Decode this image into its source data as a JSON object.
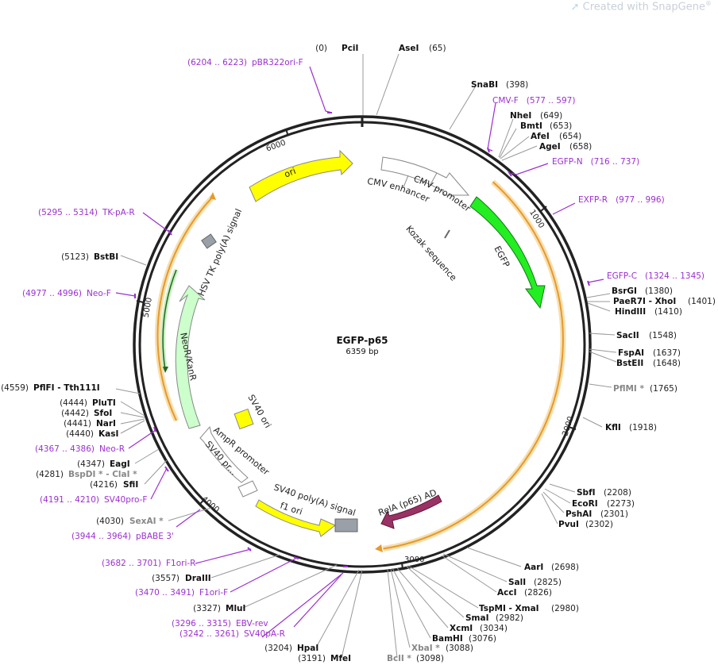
{
  "watermark": {
    "prefix": "Created with ",
    "brand": "SnapGene",
    "reg": "®"
  },
  "plasmid": {
    "name": "EGFP-p65",
    "length": "6359 bp"
  },
  "colors": {
    "backbone": "#222222",
    "primer": "#9b30d0",
    "label_leader": "#999999",
    "ori": "#ffff00",
    "egfp": "#22ee22",
    "relA": "#993366",
    "neo": "#ccffcc",
    "orange_feature": "#e69a2a",
    "orange_halo": "#f7dfb0",
    "polyA_box": "#9aa0a8",
    "gray_site": "#888888"
  },
  "icons": {
    "watermark": "snapgene-swoosh-icon"
  },
  "tick_labels": [
    {
      "bp": 1000,
      "label": "1000"
    },
    {
      "bp": 2000,
      "label": "2000"
    },
    {
      "bp": 3000,
      "label": "3000"
    },
    {
      "bp": 4000,
      "label": "4000"
    },
    {
      "bp": 5000,
      "label": "5000"
    },
    {
      "bp": 6000,
      "label": "6000"
    }
  ],
  "features": [
    {
      "name": "ori",
      "label": "ori"
    },
    {
      "name": "CMV enhancer",
      "label": "CMV enhancer"
    },
    {
      "name": "CMV promoter",
      "label": "CMV promoter"
    },
    {
      "name": "Kozak sequence",
      "label": "Kozak sequence"
    },
    {
      "name": "EGFP",
      "label": "EGFP"
    },
    {
      "name": "HSV TK poly(A) signal",
      "label": "HSV TK poly(A) signal"
    },
    {
      "name": "NeoR/KanR",
      "label": "NeoR/KanR"
    },
    {
      "name": "SV40 ori",
      "label": "SV40 ori"
    },
    {
      "name": "AmpR promoter",
      "label": "AmpR promoter"
    },
    {
      "name": "SV40 promoter",
      "label": "SV40 pr..."
    },
    {
      "name": "SV40 poly(A) signal",
      "label": "SV40 poly(A) signal"
    },
    {
      "name": "f1 ori",
      "label": "f1 ori"
    },
    {
      "name": "RelA (p65) AD",
      "label": "RelA (p65) AD"
    }
  ],
  "site_labels": [
    {
      "pos": "(0)",
      "name": "PciI",
      "gray": false
    },
    {
      "pos": "(65)",
      "name": "AseI",
      "gray": false
    },
    {
      "pos": "(398)",
      "name": "SnaBI",
      "gray": false
    },
    {
      "pos": "(649)",
      "name": "NheI",
      "gray": false
    },
    {
      "pos": "(653)",
      "name": "BmtI",
      "gray": false
    },
    {
      "pos": "(654)",
      "name": "AfeI",
      "gray": false
    },
    {
      "pos": "(658)",
      "name": "AgeI",
      "gray": false
    },
    {
      "pos": "(1380)",
      "name": "BsrGI",
      "gray": false
    },
    {
      "pos": "(1401)",
      "name": "PaeR7I - XhoI",
      "gray": false
    },
    {
      "pos": "(1410)",
      "name": "HindIII",
      "gray": false
    },
    {
      "pos": "(1548)",
      "name": "SacII",
      "gray": false
    },
    {
      "pos": "(1637)",
      "name": "FspAI",
      "gray": false
    },
    {
      "pos": "(1648)",
      "name": "BstEII",
      "gray": false
    },
    {
      "pos": "(1765)",
      "name": "PflMI *",
      "gray": true
    },
    {
      "pos": "(1918)",
      "name": "KflI",
      "gray": false
    },
    {
      "pos": "(2208)",
      "name": "SbfI",
      "gray": false
    },
    {
      "pos": "(2273)",
      "name": "EcoRI",
      "gray": false
    },
    {
      "pos": "(2301)",
      "name": "PshAI",
      "gray": false
    },
    {
      "pos": "(2302)",
      "name": "PvuI",
      "gray": false
    },
    {
      "pos": "(2698)",
      "name": "AarI",
      "gray": false
    },
    {
      "pos": "(2825)",
      "name": "SalI",
      "gray": false
    },
    {
      "pos": "(2826)",
      "name": "AccI",
      "gray": false
    },
    {
      "pos": "(2980)",
      "name": "TspMI - XmaI",
      "gray": false
    },
    {
      "pos": "(2982)",
      "name": "SmaI",
      "gray": false
    },
    {
      "pos": "(3034)",
      "name": "XcmI",
      "gray": false
    },
    {
      "pos": "(3076)",
      "name": "BamHI",
      "gray": false
    },
    {
      "pos": "(3088)",
      "name": "XbaI *",
      "gray": true
    },
    {
      "pos": "(3098)",
      "name": "BclI *",
      "gray": true
    },
    {
      "pos": "(3191)",
      "name": "MfeI",
      "gray": false
    },
    {
      "pos": "(3204)",
      "name": "HpaI",
      "gray": false
    },
    {
      "pos": "(3327)",
      "name": "MluI",
      "gray": false
    },
    {
      "pos": "(3557)",
      "name": "DraIII",
      "gray": false
    },
    {
      "pos": "(4030)",
      "name": "SexAI *",
      "gray": true
    },
    {
      "pos": "(4216)",
      "name": "SfiI",
      "gray": false
    },
    {
      "pos": "(4281)",
      "name": "BspDI * - ClaI *",
      "gray": true
    },
    {
      "pos": "(4347)",
      "name": "EagI",
      "gray": false
    },
    {
      "pos": "(4440)",
      "name": "KasI",
      "gray": false
    },
    {
      "pos": "(4441)",
      "name": "NarI",
      "gray": false
    },
    {
      "pos": "(4442)",
      "name": "SfoI",
      "gray": false
    },
    {
      "pos": "(4444)",
      "name": "PluTI",
      "gray": false
    },
    {
      "pos": "(4559)",
      "name": "PflFI - Tth111I",
      "gray": false
    },
    {
      "pos": "(5123)",
      "name": "BstBI",
      "gray": false
    }
  ],
  "primer_labels": [
    {
      "range": "(6204 .. 6223)",
      "name": "pBR322ori-F"
    },
    {
      "range": "(577 .. 597)",
      "name": "CMV-F"
    },
    {
      "range": "(716 .. 737)",
      "name": "EGFP-N"
    },
    {
      "range": "(977 .. 996)",
      "name": "EXFP-R"
    },
    {
      "range": "(1324 .. 1345)",
      "name": "EGFP-C"
    },
    {
      "range": "(5295 .. 5314)",
      "name": "TK-pA-R"
    },
    {
      "range": "(4977 .. 4996)",
      "name": "Neo-F"
    },
    {
      "range": "(4367 .. 4386)",
      "name": "Neo-R"
    },
    {
      "range": "(4191 .. 4210)",
      "name": "SV40pro-F"
    },
    {
      "range": "(3944 .. 3964)",
      "name": "pBABE 3'"
    },
    {
      "range": "(3682 .. 3701)",
      "name": "F1ori-R"
    },
    {
      "range": "(3470 .. 3491)",
      "name": "F1ori-F"
    },
    {
      "range": "(3296 .. 3315)",
      "name": "EBV-rev"
    },
    {
      "range": "(3242 .. 3261)",
      "name": "SV40pA-R"
    }
  ]
}
